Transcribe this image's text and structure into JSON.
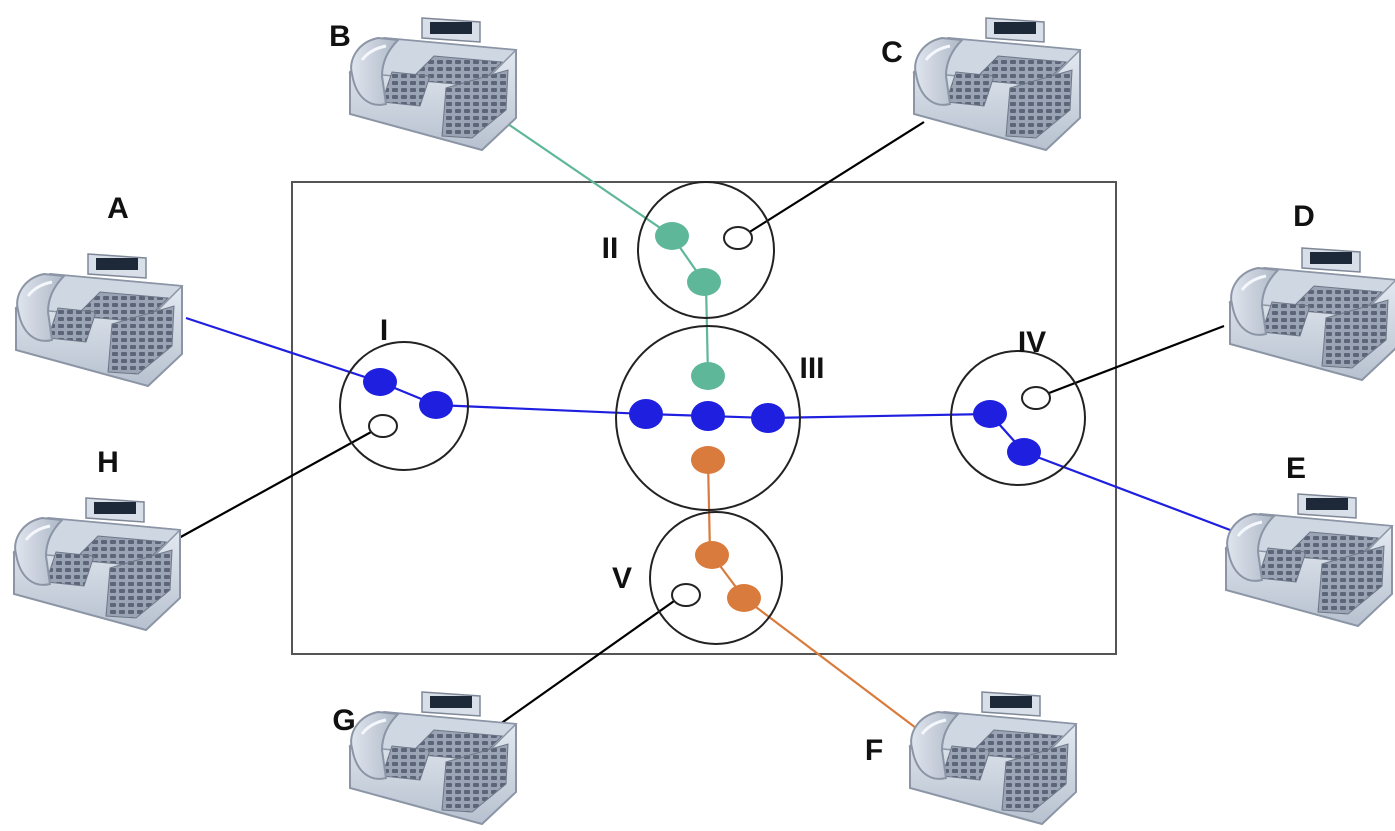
{
  "phones": [
    {
      "id": "A",
      "label": "A"
    },
    {
      "id": "B",
      "label": "B"
    },
    {
      "id": "C",
      "label": "C"
    },
    {
      "id": "D",
      "label": "D"
    },
    {
      "id": "E",
      "label": "E"
    },
    {
      "id": "F",
      "label": "F"
    },
    {
      "id": "G",
      "label": "G"
    },
    {
      "id": "H",
      "label": "H"
    }
  ],
  "switches": [
    {
      "id": "I",
      "label": "I"
    },
    {
      "id": "II",
      "label": "II"
    },
    {
      "id": "III",
      "label": "III"
    },
    {
      "id": "IV",
      "label": "IV"
    },
    {
      "id": "V",
      "label": "V"
    }
  ],
  "connections": [
    {
      "from": "A",
      "to": "E",
      "via": [
        "I",
        "III",
        "IV"
      ],
      "color": "#1f1fe0"
    },
    {
      "from": "B",
      "to": "III",
      "via": [
        "II"
      ],
      "color": "#5fb79a"
    },
    {
      "from": "F",
      "to": "III",
      "via": [
        "V"
      ],
      "color": "#d97b3c"
    },
    {
      "from": "C",
      "to": "II",
      "color": "#000000"
    },
    {
      "from": "D",
      "to": "IV",
      "color": "#000000"
    },
    {
      "from": "G",
      "to": "V",
      "color": "#000000"
    },
    {
      "from": "H",
      "to": "I",
      "color": "#000000"
    }
  ],
  "colors": {
    "blue": "#1f1fe0",
    "green": "#5fb79a",
    "orange": "#d97b3c",
    "black": "#000000",
    "frame": "#555555"
  }
}
